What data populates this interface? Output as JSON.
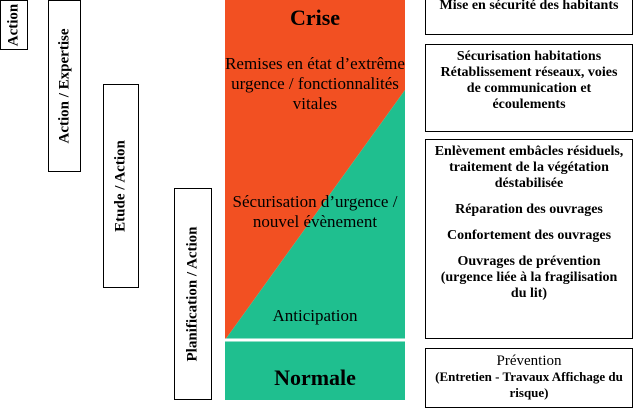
{
  "left_labels": {
    "action": "Action",
    "action_expertise": "Action / Expertise",
    "etude_action": "Etude / Action",
    "planification_action": "Planification / Action"
  },
  "center": {
    "crise": "Crise",
    "remises": "Remises en état d’extrême urgence / fonctionnalités vitales",
    "securisation": "Sécurisation d’urgence / nouvel évènement",
    "anticipation": "Anticipation",
    "normale": "Normale",
    "colors": {
      "red": "#f25022",
      "green": "#1fbf8f"
    }
  },
  "right_boxes": {
    "box1": "Mise en sécurité des habitants",
    "box2": "Sécurisation habitations Rétablissement réseaux, voies de communication et écoulements",
    "box3_items": [
      "Enlèvement embâcles résiduels, traitement de la végétation déstabilisée",
      "Réparation des ouvrages",
      "Confortement des ouvrages",
      "Ouvrages de prévention (urgence liée à la fragilisation du lit)"
    ],
    "box4_title": "Prévention",
    "box4_sub": "(Entretien - Travaux Affichage du risque)"
  }
}
